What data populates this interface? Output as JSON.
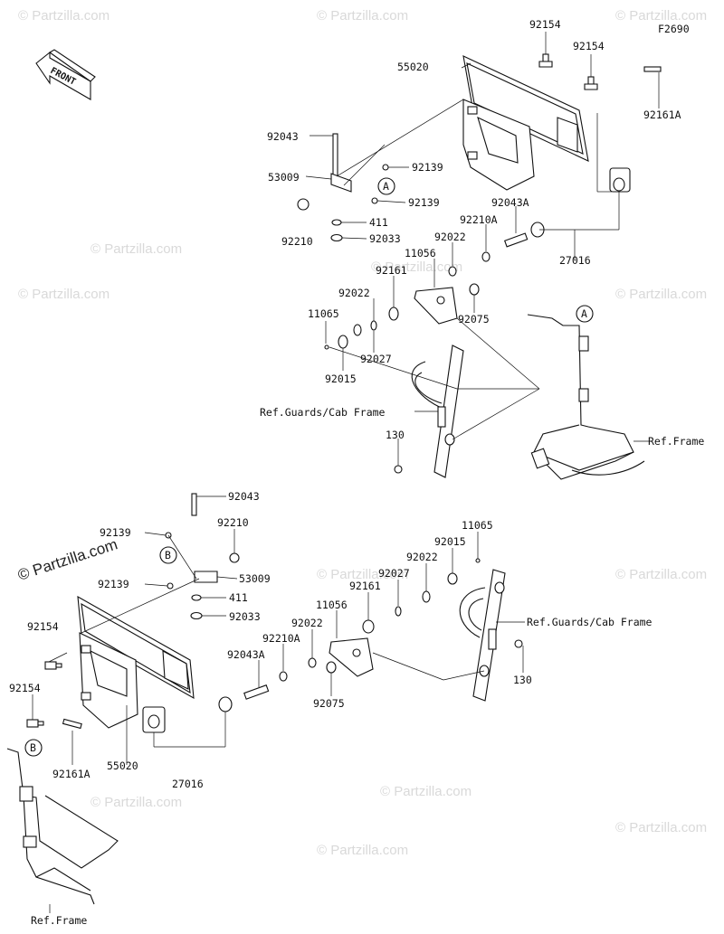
{
  "figure_code": "F2690",
  "front_label": "FRONT",
  "watermark": {
    "brand": "© Partzilla.com",
    "prominent": "© Partzilla.com"
  },
  "callouts": {
    "A": "A",
    "B": "B"
  },
  "upper_labels": {
    "p92154a": "92154",
    "p92154b": "92154",
    "p55020": "55020",
    "p92161A": "92161A",
    "p92043": "92043",
    "p53009": "53009",
    "p92139a": "92139",
    "p92139b": "92139",
    "p411": "411",
    "p92210": "92210",
    "p92033": "92033",
    "p92043A": "92043A",
    "p92210A": "92210A",
    "p92022a": "92022",
    "p11056": "11056",
    "p92161": "92161",
    "p27016": "27016",
    "p92022b": "92022",
    "p92075": "92075",
    "p11065": "11065",
    "p92027": "92027",
    "p92015": "92015",
    "refGuards": "Ref.Guards/Cab Frame",
    "p130": "130",
    "refFrame": "Ref.Frame"
  },
  "lower_labels": {
    "p92043": "92043",
    "p92139a": "92139",
    "p92210": "92210",
    "p53009": "53009",
    "p92139b": "92139",
    "p411": "411",
    "p92033": "92033",
    "p92154a": "92154",
    "p92154b": "92154",
    "p92043A": "92043A",
    "p92210A": "92210A",
    "p92022a": "92022",
    "p11056": "11056",
    "p92161": "92161",
    "p92027": "92027",
    "p92022b": "92022",
    "p92015": "92015",
    "p11065": "11065",
    "refGuards": "Ref.Guards/Cab Frame",
    "p130": "130",
    "p92075": "92075",
    "p92161A": "92161A",
    "p55020": "55020",
    "p27016": "27016",
    "refFrame": "Ref.Frame"
  }
}
